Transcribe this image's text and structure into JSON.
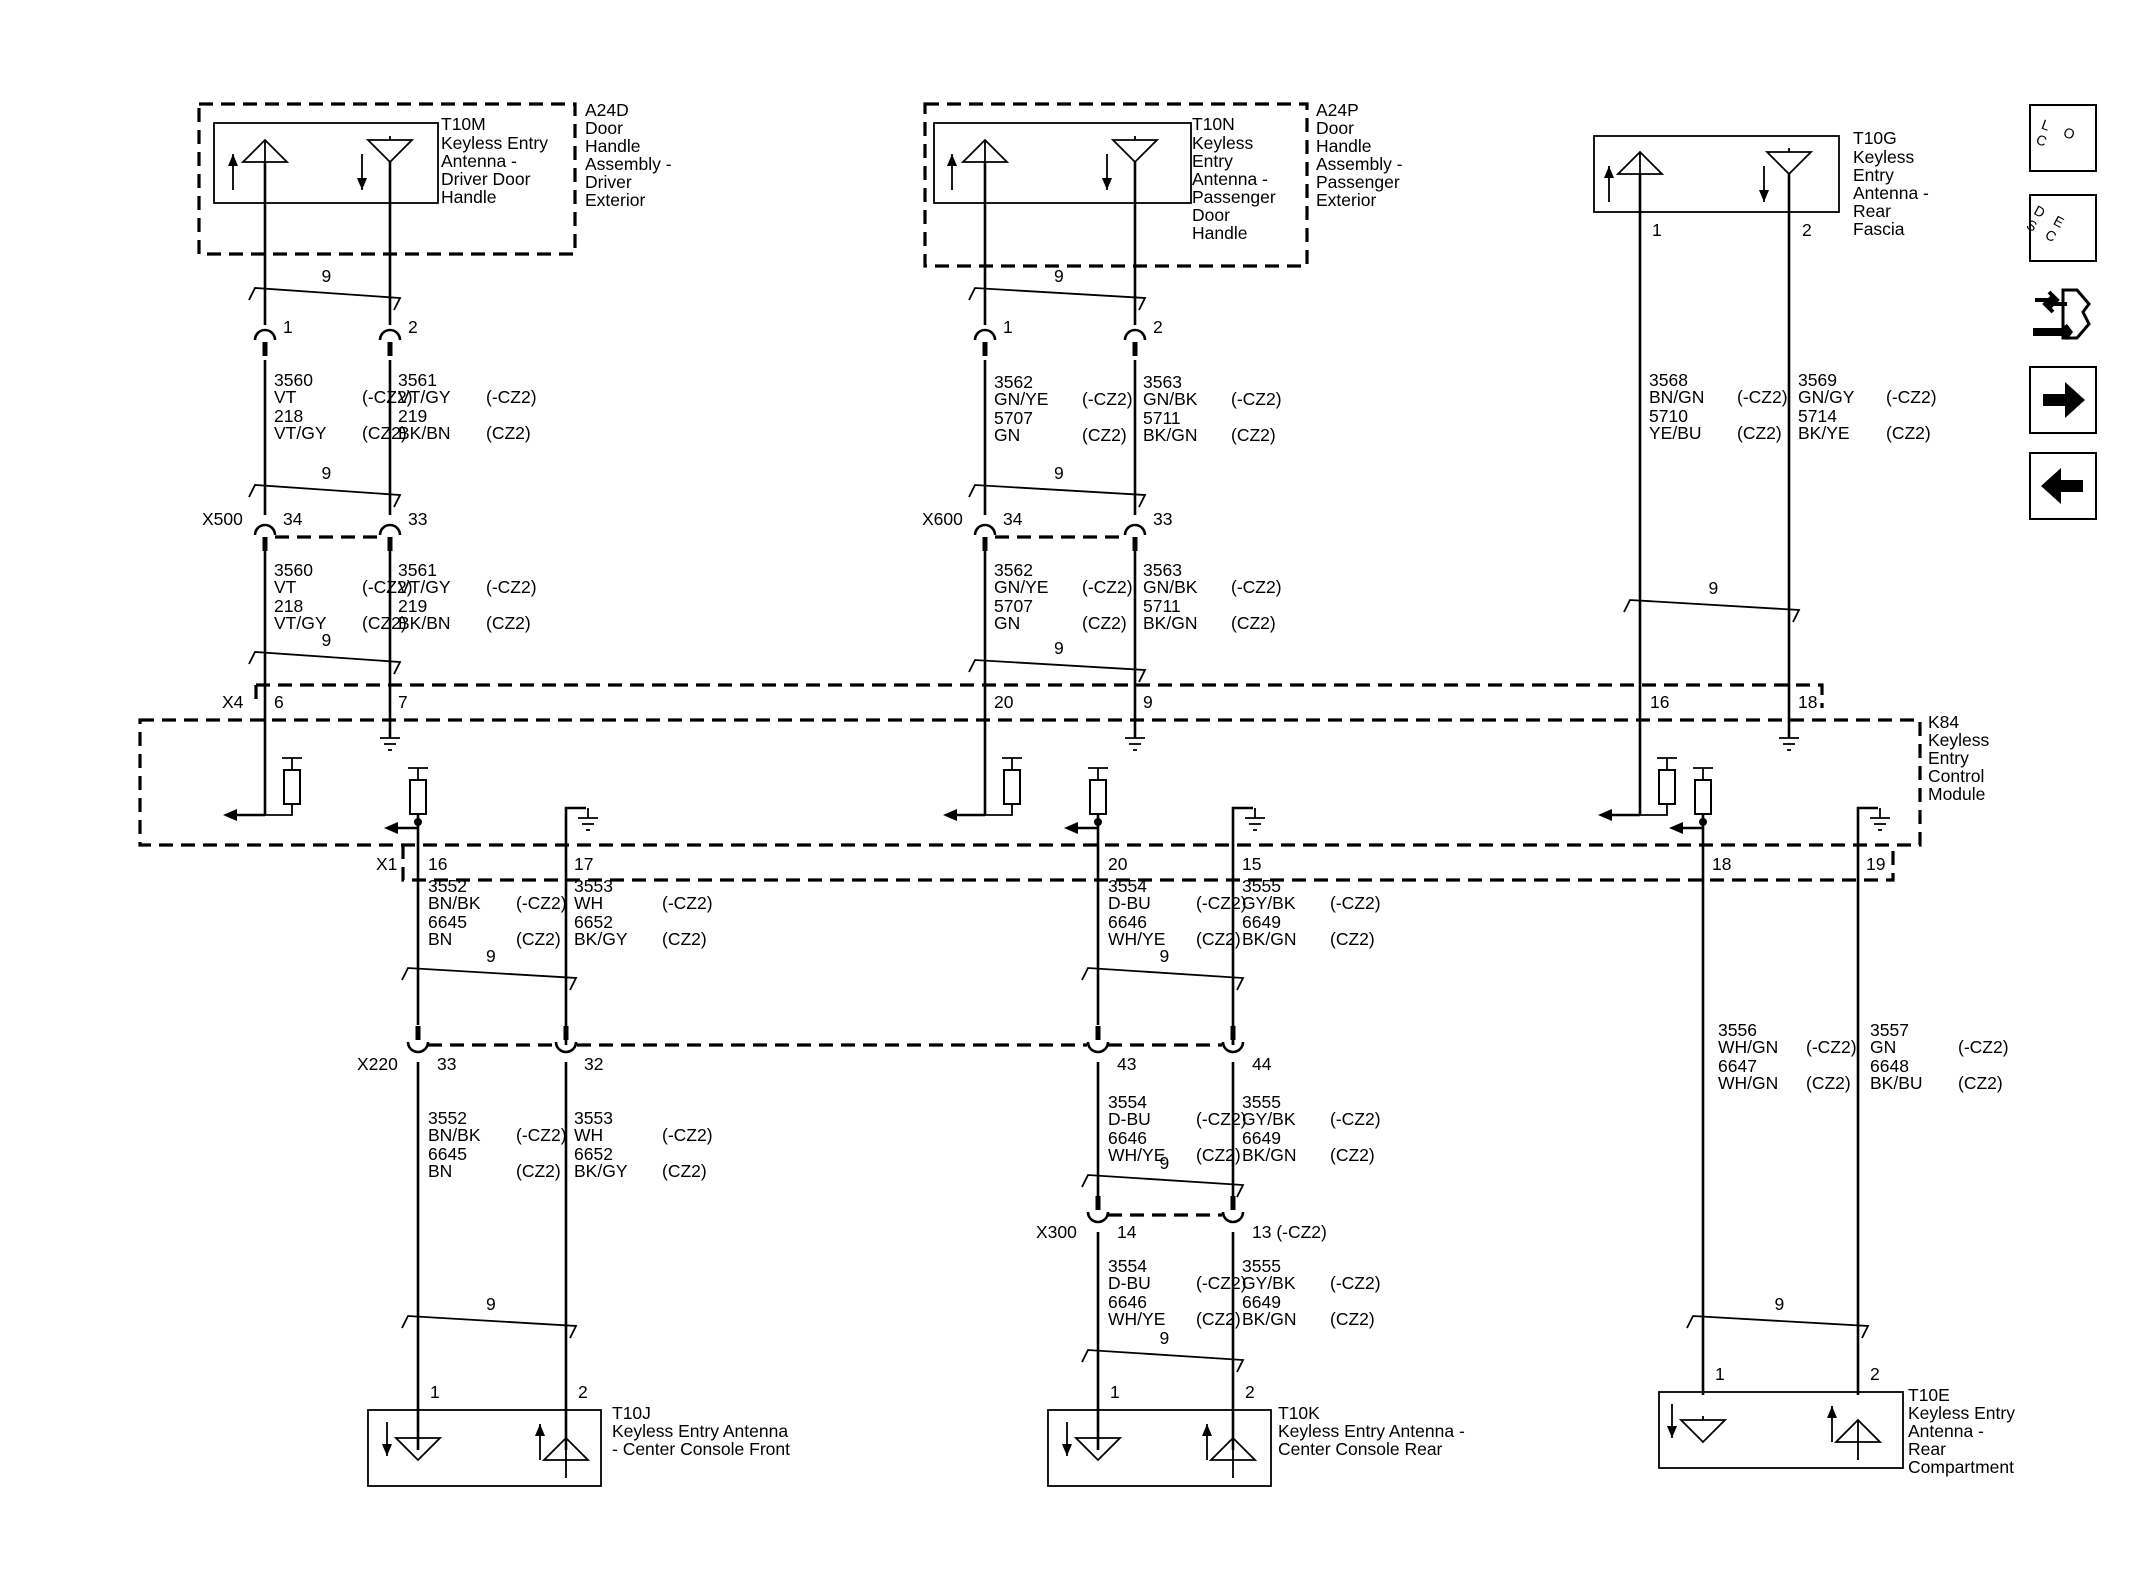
{
  "components": {
    "a24d": {
      "ref": "T10M",
      "lines": [
        "Keyless Entry",
        "Antenna -",
        "Driver Door",
        "Handle"
      ],
      "assembly_lines": [
        "A24D",
        "Door",
        "Handle",
        "Assembly -",
        "Driver",
        "Exterior"
      ],
      "pins": [
        "1",
        "2"
      ]
    },
    "a24p": {
      "ref": "T10N",
      "lines": [
        "Keyless",
        "Entry",
        "Antenna -",
        "Passenger",
        "Door",
        "Handle"
      ],
      "assembly_lines": [
        "A24P",
        "Door",
        "Handle",
        "Assembly -",
        "Passenger",
        "Exterior"
      ],
      "pins": [
        "1",
        "2"
      ]
    },
    "t10g": {
      "ref": "T10G",
      "lines": [
        "Keyless",
        "Entry",
        "Antenna -",
        "Rear",
        "Fascia"
      ],
      "pins": [
        "1",
        "2"
      ]
    },
    "k84": {
      "lines": [
        "K84",
        "Keyless",
        "Entry",
        "Control",
        "Module"
      ]
    },
    "t10j": {
      "lines": [
        "T10J",
        "Keyless Entry Antenna",
        "- Center Console Front"
      ],
      "pins": [
        "1",
        "2"
      ]
    },
    "t10k": {
      "lines": [
        "T10K",
        "Keyless Entry Antenna -",
        "Center Console Rear"
      ],
      "pins": [
        "1",
        "2"
      ]
    },
    "t10e": {
      "lines": [
        "T10E",
        "Keyless Entry",
        "Antenna -",
        "Rear",
        "Compartment"
      ],
      "pins": [
        "1",
        "2"
      ]
    }
  },
  "connectors": {
    "x500": {
      "name": "X500",
      "pins": [
        "34",
        "33"
      ]
    },
    "x600": {
      "name": "X600",
      "pins": [
        "34",
        "33"
      ]
    },
    "x4": {
      "name": "X4",
      "pins": [
        "6",
        "7",
        "20",
        "9",
        "16",
        "18"
      ]
    },
    "x1": {
      "name": "X1",
      "pins": [
        "16",
        "17",
        "20",
        "15",
        "18",
        "19"
      ]
    },
    "x220": {
      "name": "X220",
      "pins": [
        "33",
        "32",
        "43",
        "44"
      ]
    },
    "x300": {
      "name": "X300",
      "pins": [
        "14",
        "13 (-CZ2)"
      ]
    }
  },
  "twist_label": "9",
  "wires": {
    "w1a": [
      {
        "c": "3560",
        "k": "VT",
        "o": "(-CZ2)"
      },
      {
        "c": "218",
        "k": "VT/GY",
        "o": "(CZ2)"
      }
    ],
    "w1b": [
      {
        "c": "3561",
        "k": "VT/GY",
        "o": "(-CZ2)"
      },
      {
        "c": "219",
        "k": "BK/BN",
        "o": "(CZ2)"
      }
    ],
    "w2a": [
      {
        "c": "3562",
        "k": "GN/YE",
        "o": "(-CZ2)"
      },
      {
        "c": "5707",
        "k": "GN",
        "o": "(CZ2)"
      }
    ],
    "w2b": [
      {
        "c": "3563",
        "k": "GN/BK",
        "o": "(-CZ2)"
      },
      {
        "c": "5711",
        "k": "BK/GN",
        "o": "(CZ2)"
      }
    ],
    "w3a": [
      {
        "c": "3568",
        "k": "BN/GN",
        "o": "(-CZ2)"
      },
      {
        "c": "5710",
        "k": "YE/BU",
        "o": "(CZ2)"
      }
    ],
    "w3b": [
      {
        "c": "3569",
        "k": "GN/GY",
        "o": "(-CZ2)"
      },
      {
        "c": "5714",
        "k": "BK/YE",
        "o": "(CZ2)"
      }
    ],
    "w4a": [
      {
        "c": "3552",
        "k": "BN/BK",
        "o": "(-CZ2)"
      },
      {
        "c": "6645",
        "k": "BN",
        "o": "(CZ2)"
      }
    ],
    "w4b": [
      {
        "c": "3553",
        "k": "WH",
        "o": "(-CZ2)"
      },
      {
        "c": "6652",
        "k": "BK/GY",
        "o": "(CZ2)"
      }
    ],
    "w5a": [
      {
        "c": "3554",
        "k": "D-BU",
        "o": "(-CZ2)"
      },
      {
        "c": "6646",
        "k": "WH/YE",
        "o": "(CZ2)"
      }
    ],
    "w5b": [
      {
        "c": "3555",
        "k": "GY/BK",
        "o": "(-CZ2)"
      },
      {
        "c": "6649",
        "k": "BK/GN",
        "o": "(CZ2)"
      }
    ],
    "w6a": [
      {
        "c": "3556",
        "k": "WH/GN",
        "o": "(-CZ2)"
      },
      {
        "c": "6647",
        "k": "WH/GN",
        "o": "(CZ2)"
      }
    ],
    "w6b": [
      {
        "c": "3557",
        "k": "GN",
        "o": "(-CZ2)"
      },
      {
        "c": "6648",
        "k": "BK/BU",
        "o": "(CZ2)"
      }
    ]
  },
  "nav_buttons": [
    {
      "name": "loc-button",
      "label": "LOC"
    },
    {
      "name": "desc-button",
      "label": "DESC"
    },
    {
      "name": "connector-repair-button",
      "icon": "connector-repair-icon"
    },
    {
      "name": "next-page-button",
      "icon": "arrow-right-icon"
    },
    {
      "name": "previous-page-button",
      "icon": "arrow-left-icon"
    }
  ]
}
